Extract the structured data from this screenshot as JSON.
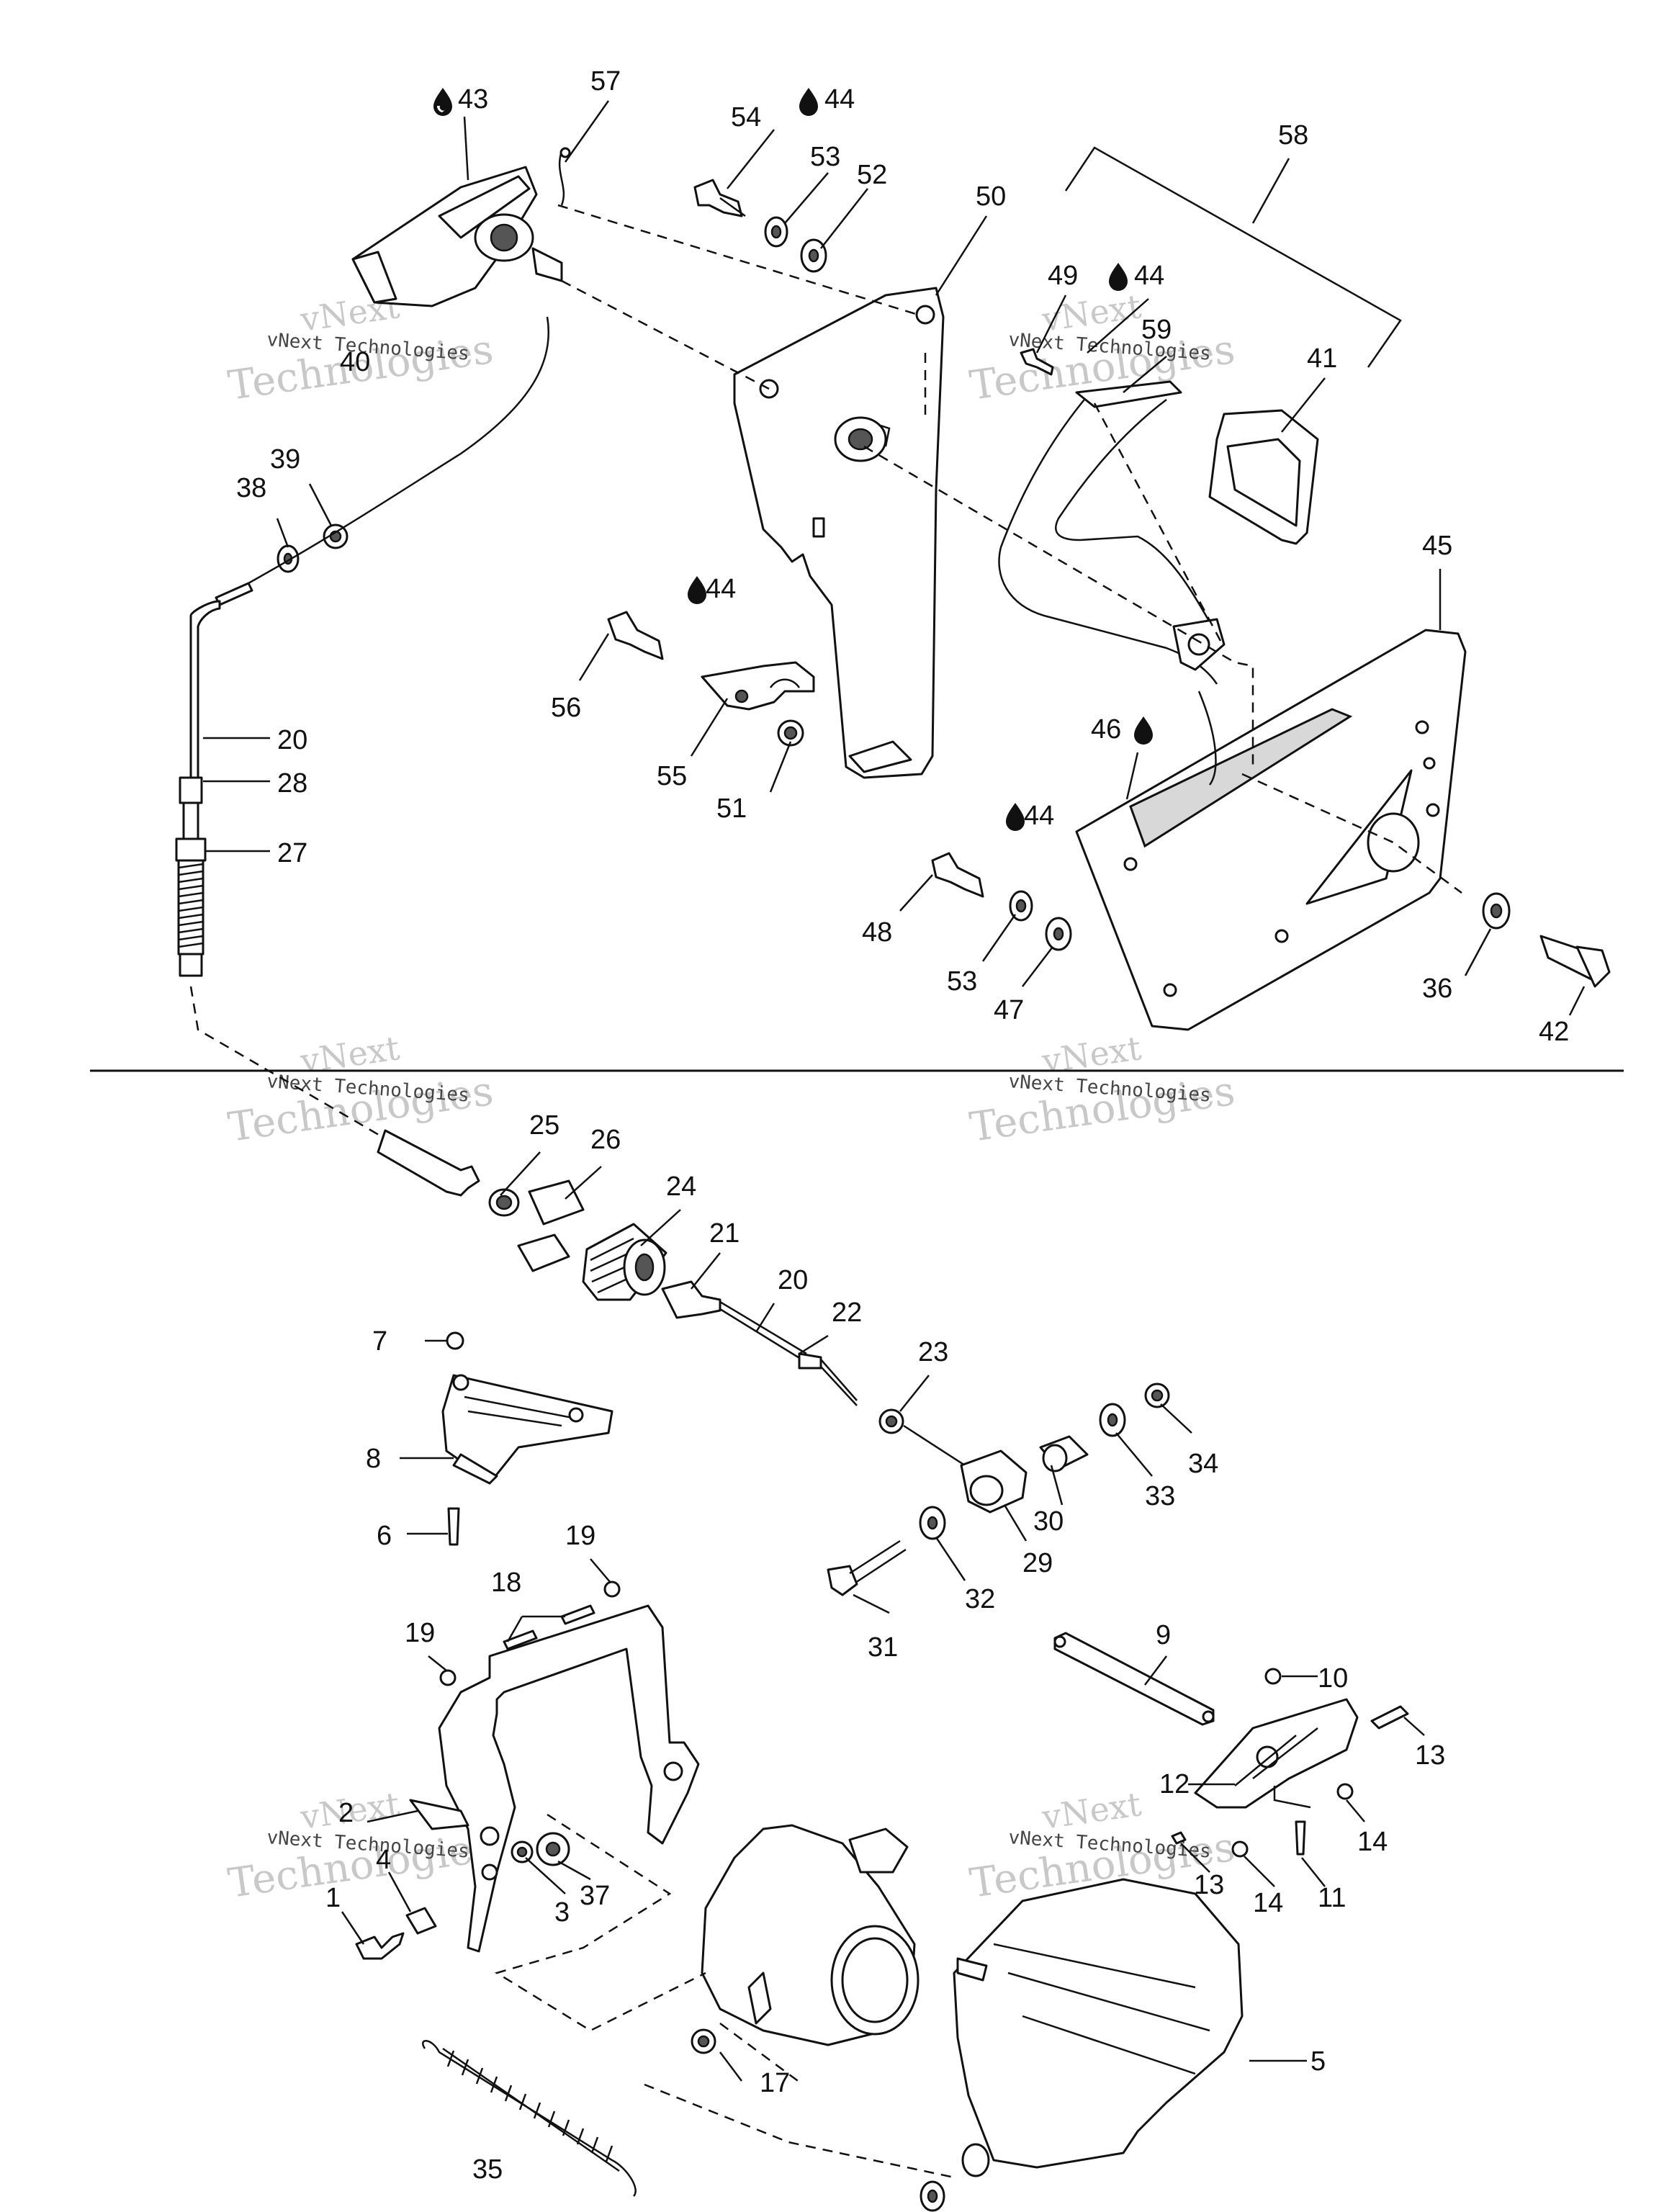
{
  "labels": [
    {
      "id": "1",
      "text": "1"
    },
    {
      "id": "2",
      "text": "2"
    },
    {
      "id": "3",
      "text": "3"
    },
    {
      "id": "4",
      "text": "4"
    },
    {
      "id": "5",
      "text": "5"
    },
    {
      "id": "6",
      "text": "6"
    },
    {
      "id": "7",
      "text": "7"
    },
    {
      "id": "8",
      "text": "8"
    },
    {
      "id": "9",
      "text": "9"
    },
    {
      "id": "10",
      "text": "10"
    },
    {
      "id": "11",
      "text": "11"
    },
    {
      "id": "12",
      "text": "12"
    },
    {
      "id": "13a",
      "text": "13"
    },
    {
      "id": "13b",
      "text": "13"
    },
    {
      "id": "14a",
      "text": "14"
    },
    {
      "id": "14b",
      "text": "14"
    },
    {
      "id": "17",
      "text": "17"
    },
    {
      "id": "18",
      "text": "18"
    },
    {
      "id": "19a",
      "text": "19"
    },
    {
      "id": "19b",
      "text": "19"
    },
    {
      "id": "20a",
      "text": "20"
    },
    {
      "id": "20b",
      "text": "20"
    },
    {
      "id": "21",
      "text": "21"
    },
    {
      "id": "22",
      "text": "22"
    },
    {
      "id": "23",
      "text": "23"
    },
    {
      "id": "24",
      "text": "24"
    },
    {
      "id": "25",
      "text": "25"
    },
    {
      "id": "26",
      "text": "26"
    },
    {
      "id": "27",
      "text": "27"
    },
    {
      "id": "28",
      "text": "28"
    },
    {
      "id": "29",
      "text": "29"
    },
    {
      "id": "30",
      "text": "30"
    },
    {
      "id": "31",
      "text": "31"
    },
    {
      "id": "32",
      "text": "32"
    },
    {
      "id": "33",
      "text": "33"
    },
    {
      "id": "34",
      "text": "34"
    },
    {
      "id": "35",
      "text": "35"
    },
    {
      "id": "36",
      "text": "36"
    },
    {
      "id": "37",
      "text": "37"
    },
    {
      "id": "38",
      "text": "38"
    },
    {
      "id": "39",
      "text": "39"
    },
    {
      "id": "40",
      "text": "40"
    },
    {
      "id": "41",
      "text": "41"
    },
    {
      "id": "42",
      "text": "42"
    },
    {
      "id": "43",
      "text": "43"
    },
    {
      "id": "44a",
      "text": "44"
    },
    {
      "id": "44b",
      "text": "44"
    },
    {
      "id": "44c",
      "text": "44"
    },
    {
      "id": "44d",
      "text": "44"
    },
    {
      "id": "45",
      "text": "45"
    },
    {
      "id": "46",
      "text": "46"
    },
    {
      "id": "47",
      "text": "47"
    },
    {
      "id": "48",
      "text": "48"
    },
    {
      "id": "49",
      "text": "49"
    },
    {
      "id": "50",
      "text": "50"
    },
    {
      "id": "51",
      "text": "51"
    },
    {
      "id": "52",
      "text": "52"
    },
    {
      "id": "53a",
      "text": "53"
    },
    {
      "id": "53b",
      "text": "53"
    },
    {
      "id": "54",
      "text": "54"
    },
    {
      "id": "55",
      "text": "55"
    },
    {
      "id": "56",
      "text": "56"
    },
    {
      "id": "57",
      "text": "57"
    },
    {
      "id": "58",
      "text": "58"
    },
    {
      "id": "59",
      "text": "59"
    }
  ],
  "watermark": {
    "line1": "vNext",
    "line2": "Technologies",
    "caption": "vNext Technologies"
  },
  "icons": {
    "lubricant": "oil-drop-icon"
  }
}
